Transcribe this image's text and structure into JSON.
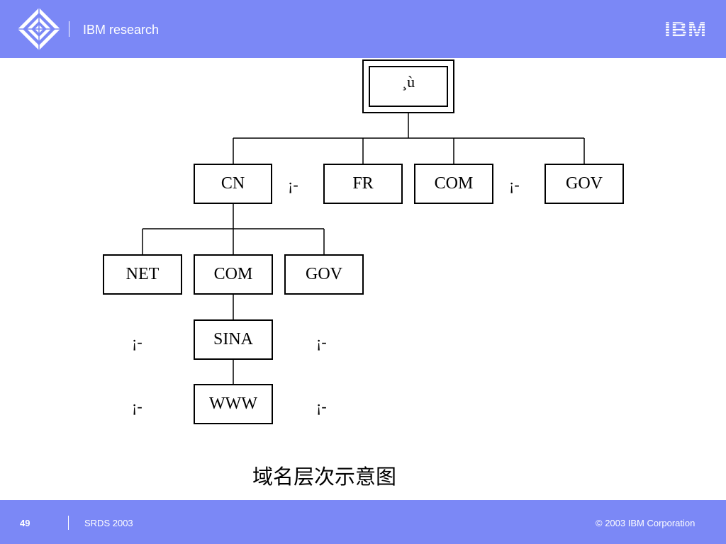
{
  "header": {
    "title": "IBM research",
    "brand_mark": "IBM",
    "background": "#7b88f6"
  },
  "diagram": {
    "root": "¸ù",
    "level1": [
      "CN",
      "FR",
      "COM",
      "GOV"
    ],
    "level1_ellipses": [
      "¡-",
      "¡-"
    ],
    "level2": [
      "NET",
      "COM",
      "GOV"
    ],
    "level3": "SINA",
    "level3_ellipses": [
      "¡-",
      "¡-"
    ],
    "level4": "WWW",
    "level4_ellipses": [
      "¡-",
      "¡-"
    ],
    "caption": "域名层次示意图"
  },
  "footer": {
    "page_number": "49",
    "event": "SRDS 2003",
    "copyright": "© 2003 IBM Corporation"
  }
}
